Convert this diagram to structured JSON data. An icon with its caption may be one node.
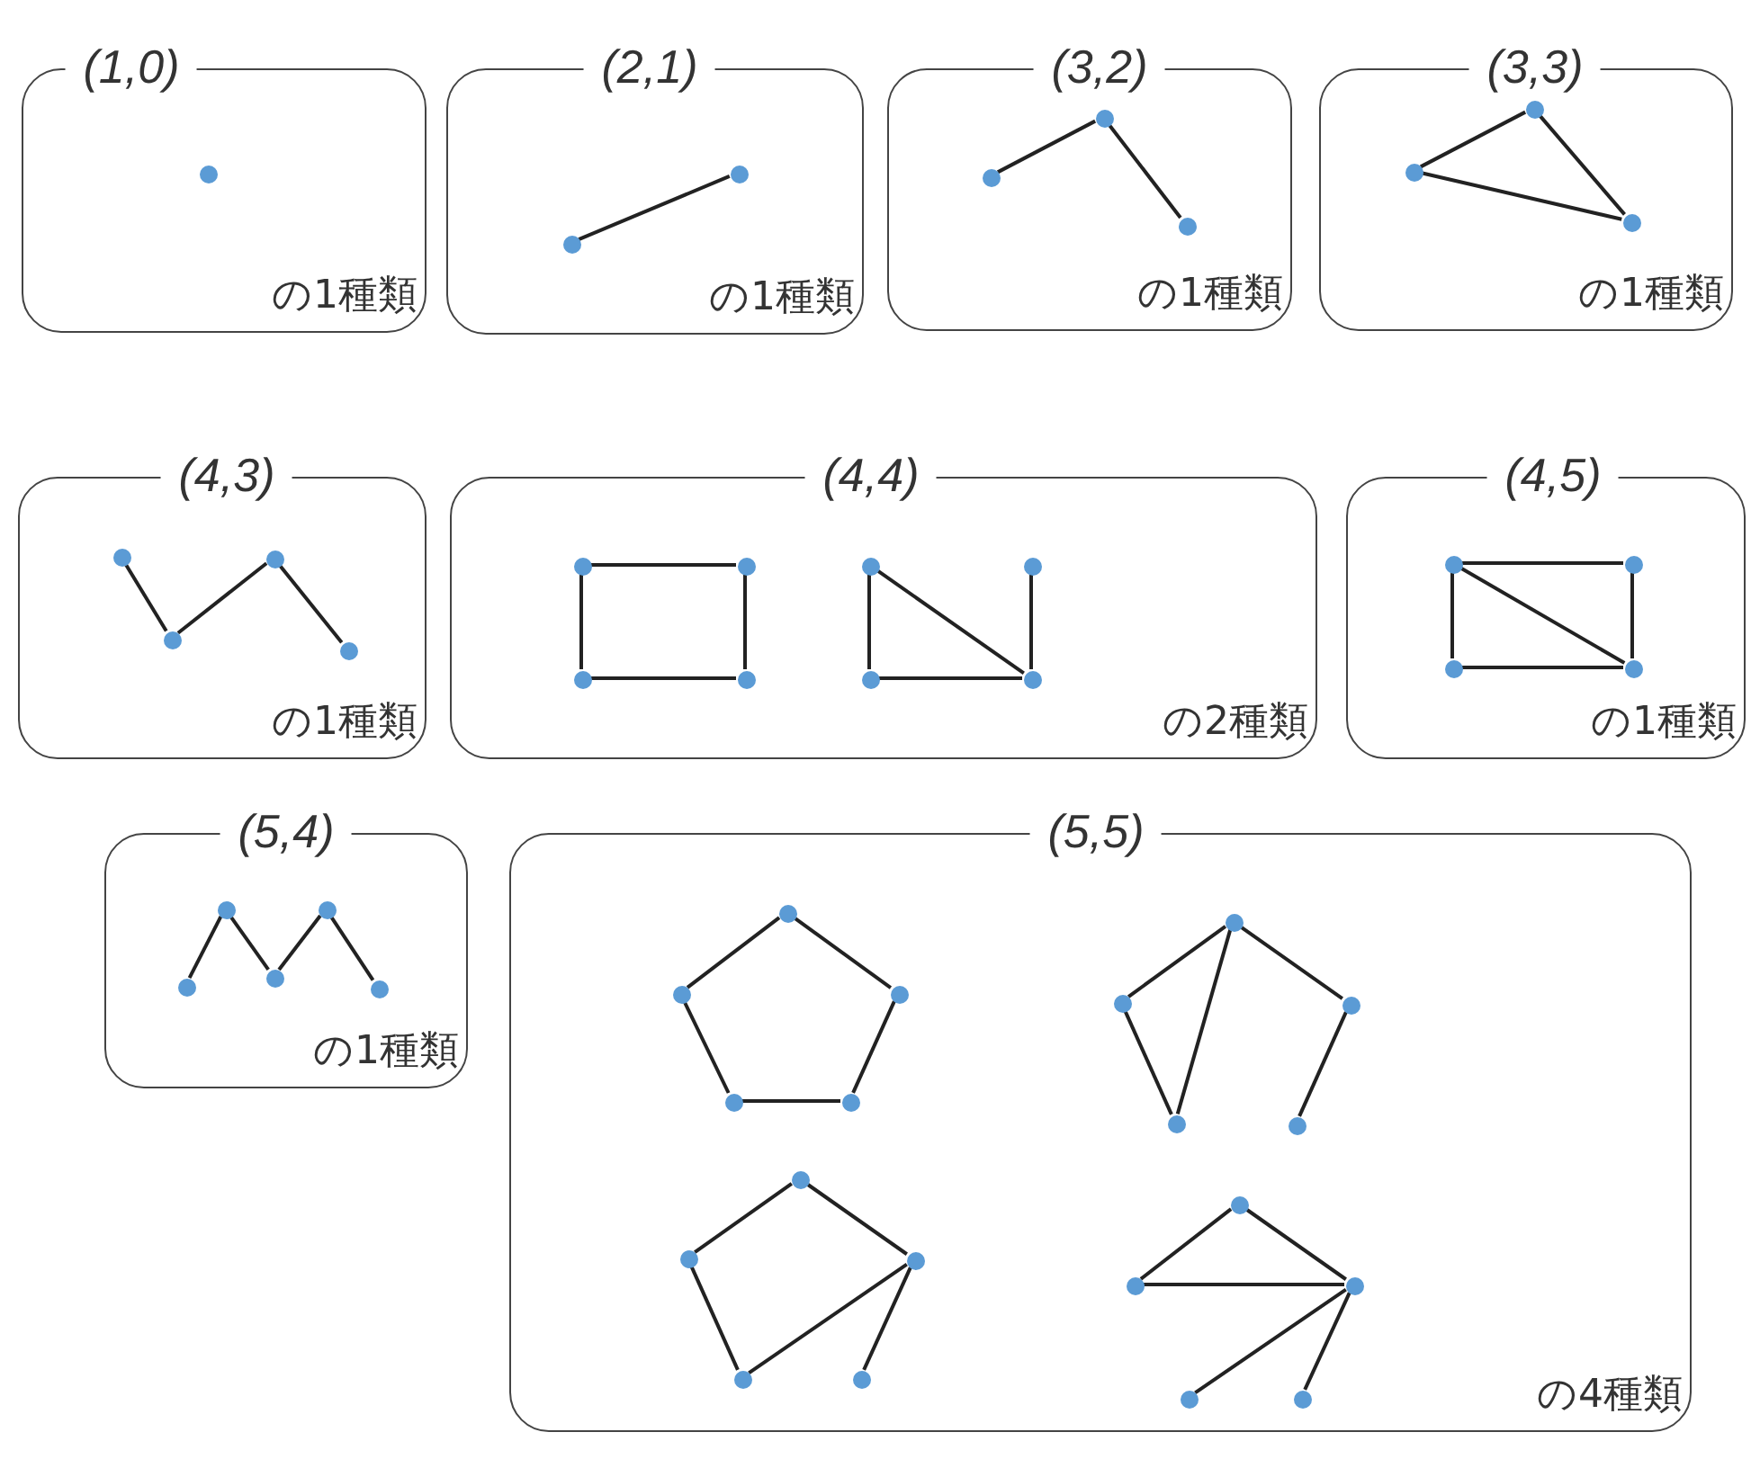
{
  "diagram": {
    "nodes": [
      {
        "text": [
          "(1,0)",
          "の1種類"
        ]
      },
      {
        "text": [],
        "shape": "circle",
        "in": 0
      },
      {
        "text": [
          "(2,1)",
          "の1種類"
        ]
      },
      {
        "text": [],
        "shape": "circle",
        "in": 2
      },
      {
        "text": [],
        "shape": "circle",
        "in": 2
      },
      {
        "text": [
          "(3,2)",
          "の1種類"
        ]
      },
      {
        "text": [],
        "shape": "circle",
        "in": 5
      },
      {
        "text": [],
        "shape": "circle",
        "in": 5
      },
      {
        "text": [],
        "shape": "circle",
        "in": 5
      },
      {
        "text": [
          "(3,3)",
          "の1種類"
        ]
      },
      {
        "text": [],
        "shape": "circle",
        "in": 9
      },
      {
        "text": [],
        "shape": "circle",
        "in": 9
      },
      {
        "text": [],
        "shape": "circle",
        "in": 9
      },
      {
        "text": [
          "(4,3)",
          "の1種類"
        ]
      },
      {
        "text": [],
        "shape": "circle",
        "in": 13
      },
      {
        "text": [],
        "shape": "circle",
        "in": 13
      },
      {
        "text": [],
        "shape": "circle",
        "in": 13
      },
      {
        "text": [],
        "shape": "circle",
        "in": 13
      },
      {
        "text": [
          "(4,4)",
          "の2種類"
        ]
      },
      {
        "text": [],
        "shape": "circle",
        "in": 18
      },
      {
        "text": [],
        "shape": "circle",
        "in": 18
      },
      {
        "text": [],
        "shape": "circle",
        "in": 18
      },
      {
        "text": [],
        "shape": "circle",
        "in": 18
      },
      {
        "text": [],
        "shape": "circle",
        "in": 18
      },
      {
        "text": [],
        "shape": "circle",
        "in": 18
      },
      {
        "text": [],
        "shape": "circle",
        "in": 18
      },
      {
        "text": [],
        "shape": "circle",
        "in": 18
      },
      {
        "text": [
          "(4,5)",
          "の1種類"
        ]
      },
      {
        "text": [],
        "shape": "circle",
        "in": 27
      },
      {
        "text": [],
        "shape": "circle",
        "in": 27
      },
      {
        "text": [],
        "shape": "circle",
        "in": 27
      },
      {
        "text": [],
        "shape": "circle",
        "in": 27
      },
      {
        "text": [
          "(5,4)",
          "の1種類"
        ]
      },
      {
        "text": [],
        "shape": "circle",
        "in": 32
      },
      {
        "text": [],
        "shape": "circle",
        "in": 32
      },
      {
        "text": [],
        "shape": "circle",
        "in": 32
      },
      {
        "text": [],
        "shape": "circle",
        "in": 32
      },
      {
        "text": [],
        "shape": "circle",
        "in": 32
      },
      {
        "text": [
          "(5,5)",
          "の4種類"
        ]
      },
      {
        "text": [],
        "shape": "circle",
        "in": 38
      },
      {
        "text": [],
        "shape": "circle",
        "in": 38
      },
      {
        "text": [],
        "shape": "circle",
        "in": 38
      },
      {
        "text": [],
        "shape": "circle",
        "in": 38
      },
      {
        "text": [],
        "shape": "circle",
        "in": 38
      },
      {
        "text": [],
        "shape": "circle",
        "in": 38
      },
      {
        "text": [],
        "shape": "circle",
        "in": 38
      },
      {
        "text": [],
        "shape": "circle",
        "in": 38
      },
      {
        "text": [],
        "shape": "circle",
        "in": 38
      },
      {
        "text": [],
        "shape": "circle",
        "in": 38
      },
      {
        "text": [],
        "shape": "circle",
        "in": 38
      },
      {
        "text": [],
        "shape": "circle",
        "in": 38
      },
      {
        "text": [],
        "shape": "circle",
        "in": 38
      },
      {
        "text": [],
        "shape": "circle",
        "in": 38
      },
      {
        "text": [],
        "shape": "circle",
        "in": 38
      },
      {
        "text": [],
        "shape": "circle",
        "in": 38
      },
      {
        "text": [],
        "shape": "circle",
        "in": 38
      },
      {
        "text": [],
        "shape": "circle",
        "in": 38
      },
      {
        "text": [],
        "shape": "circle",
        "in": 38
      },
      {
        "text": [],
        "shape": "circle",
        "in": 38
      }
    ],
    "edges": [
      {
        "from": 3,
        "to": 4,
        "arrow": "none"
      },
      {
        "from": 6,
        "to": 7,
        "arrow": "none"
      },
      {
        "from": 7,
        "to": 8,
        "arrow": "none"
      },
      {
        "from": 10,
        "to": 11,
        "arrow": "none"
      },
      {
        "from": 11,
        "to": 12,
        "arrow": "none"
      },
      {
        "from": 10,
        "to": 12,
        "arrow": "none"
      },
      {
        "from": 14,
        "to": 15,
        "arrow": "none"
      },
      {
        "from": 15,
        "to": 16,
        "arrow": "none"
      },
      {
        "from": 16,
        "to": 17,
        "arrow": "none"
      },
      {
        "from": 19,
        "to": 20,
        "arrow": "none"
      },
      {
        "from": 20,
        "to": 22,
        "arrow": "none"
      },
      {
        "from": 22,
        "to": 21,
        "arrow": "none"
      },
      {
        "from": 21,
        "to": 19,
        "arrow": "none"
      },
      {
        "from": 23,
        "to": 25,
        "arrow": "none"
      },
      {
        "from": 25,
        "to": 26,
        "arrow": "none"
      },
      {
        "from": 23,
        "to": 26,
        "arrow": "none"
      },
      {
        "from": 24,
        "to": 26,
        "arrow": "none"
      },
      {
        "from": 28,
        "to": 29,
        "arrow": "none"
      },
      {
        "from": 29,
        "to": 31,
        "arrow": "none"
      },
      {
        "from": 31,
        "to": 30,
        "arrow": "none"
      },
      {
        "from": 30,
        "to": 28,
        "arrow": "none"
      },
      {
        "from": 28,
        "to": 31,
        "arrow": "none"
      },
      {
        "from": 33,
        "to": 34,
        "arrow": "none"
      },
      {
        "from": 34,
        "to": 35,
        "arrow": "none"
      },
      {
        "from": 35,
        "to": 36,
        "arrow": "none"
      },
      {
        "from": 36,
        "to": 37,
        "arrow": "none"
      },
      {
        "from": 39,
        "to": 41,
        "arrow": "none"
      },
      {
        "from": 41,
        "to": 43,
        "arrow": "none"
      },
      {
        "from": 43,
        "to": 42,
        "arrow": "none"
      },
      {
        "from": 42,
        "to": 40,
        "arrow": "none"
      },
      {
        "from": 40,
        "to": 39,
        "arrow": "none"
      },
      {
        "from": 44,
        "to": 45,
        "arrow": "none"
      },
      {
        "from": 44,
        "to": 47,
        "arrow": "none"
      },
      {
        "from": 44,
        "to": 46,
        "arrow": "none"
      },
      {
        "from": 45,
        "to": 47,
        "arrow": "none"
      },
      {
        "from": 46,
        "to": 48,
        "arrow": "none"
      },
      {
        "from": 49,
        "to": 50,
        "arrow": "none"
      },
      {
        "from": 49,
        "to": 51,
        "arrow": "none"
      },
      {
        "from": 50,
        "to": 52,
        "arrow": "none"
      },
      {
        "from": 52,
        "to": 51,
        "arrow": "none"
      },
      {
        "from": 51,
        "to": 53,
        "arrow": "none"
      },
      {
        "from": 54,
        "to": 55,
        "arrow": "none"
      },
      {
        "from": 54,
        "to": 56,
        "arrow": "none"
      },
      {
        "from": 55,
        "to": 56,
        "arrow": "none"
      },
      {
        "from": 56,
        "to": 57,
        "arrow": "none"
      },
      {
        "from": 56,
        "to": 58,
        "arrow": "none"
      }
    ]
  }
}
